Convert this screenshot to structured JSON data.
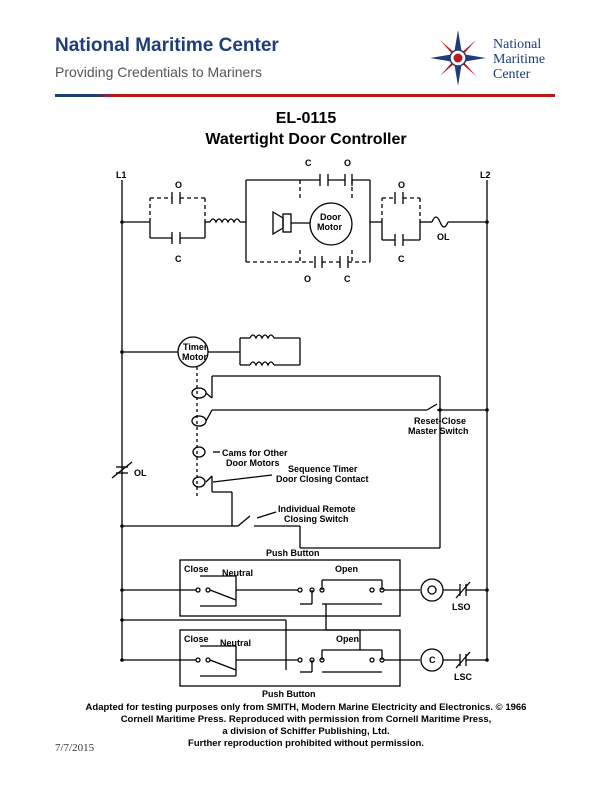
{
  "header": {
    "org_name": "National Maritime Center",
    "tagline": "Providing Credentials to Mariners",
    "logo_text_line1": "National",
    "logo_text_line2": "Maritime",
    "logo_text_line3": "Center",
    "logo_icon": "compass-rose-seal-icon"
  },
  "document": {
    "code": "EL-0115",
    "title": "Watertight Door Controller"
  },
  "diagram": {
    "labels": {
      "l1": "L1",
      "l2": "L2",
      "o": "O",
      "c": "C",
      "door_motor_1": "Door",
      "door_motor_2": "Motor",
      "ol": "OL",
      "timer_motor_1": "Timer",
      "timer_motor_2": "Motor",
      "reset_close_1": "Reset-Close",
      "reset_close_2": "Master Switch",
      "cams_1": "Cams for Other",
      "cams_2": "Door Motors",
      "sequence_1": "Sequence Timer",
      "sequence_2": "Door Closing Contact",
      "remote_1": "Individual Remote",
      "remote_2": "Closing Switch",
      "push_button": "Push Button",
      "close": "Close",
      "neutral": "Neutral",
      "open": "Open",
      "lso": "LSO",
      "lsc": "LSC"
    }
  },
  "footer": {
    "credit_line1": "Adapted for testing purposes only from SMITH, Modern Marine Electricity and Electronics. © 1966",
    "credit_line2": "Cornell Maritime Press. Reproduced with permission from Cornell Maritime Press,",
    "credit_line3": "a division of Schiffer Publishing, Ltd.",
    "credit_line4": "Further reproduction prohibited without permission.",
    "date": "7/7/2015"
  },
  "colors": {
    "brand_navy": "#1f3d7a",
    "brand_red": "#b71c1c"
  }
}
